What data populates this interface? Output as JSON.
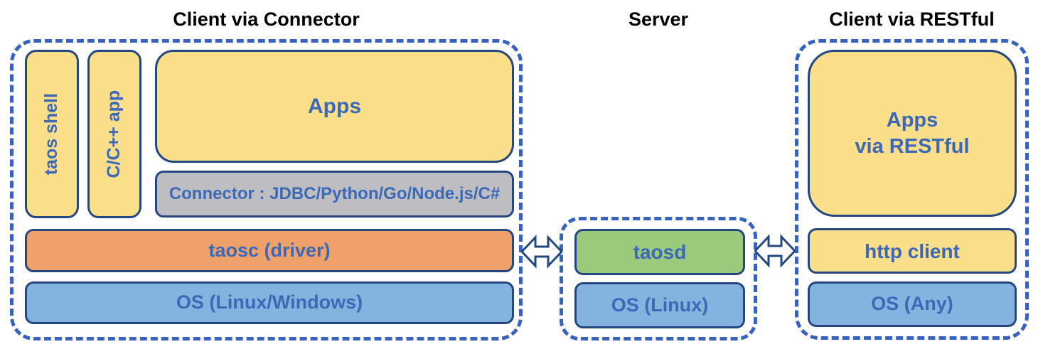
{
  "diagram": {
    "sections": {
      "client_connector": {
        "title": "Client via Connector",
        "taos_shell": "taos shell",
        "cpp_app": "C/C++ app",
        "apps": "Apps",
        "connector": "Connector : JDBC/Python/Go/Node.js/C#",
        "taosc": "taosc (driver)",
        "os": "OS (Linux/Windows)"
      },
      "server": {
        "title": "Server",
        "taosd": "taosd",
        "os": "OS (Linux)"
      },
      "client_restful": {
        "title": "Client via RESTful",
        "apps_line1": "Apps",
        "apps_line2": "via RESTful",
        "http_client": "http client",
        "os": "OS (Any)"
      }
    },
    "icons": {
      "left_link": "double-headed-arrow",
      "right_link": "double-headed-arrow"
    },
    "colors": {
      "yellow": "#FBDE8A",
      "orange": "#F0A169",
      "blue": "#85B3DF",
      "green": "#9BCA7D",
      "gray": "#BEBEC2",
      "dash": "#3763BC",
      "outline": "#24477F",
      "text": "#3C68B8",
      "title": "#000000",
      "background": "#FFFFFF"
    }
  }
}
